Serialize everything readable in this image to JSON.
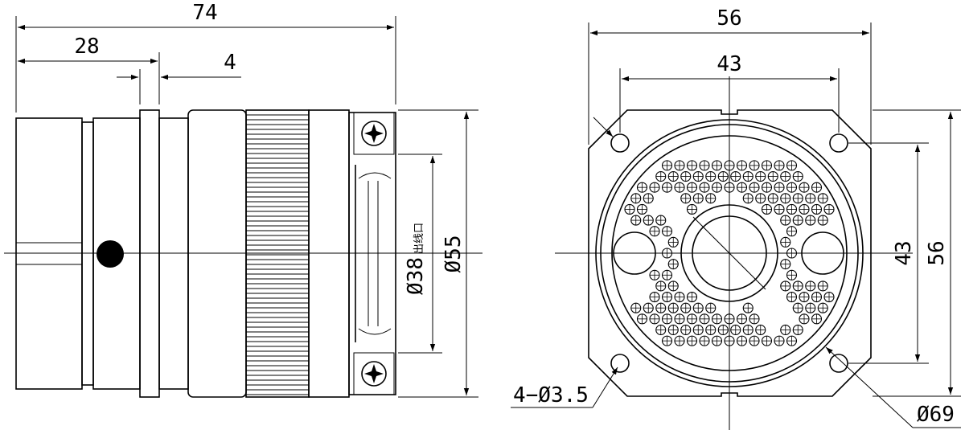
{
  "side_view": {
    "dim_total_length": "74",
    "dim_front_length": "28",
    "dim_flange": "4",
    "dim_outlet_diameter": "Ø38",
    "outlet_label": "出线口",
    "dim_body_diameter": "Ø55"
  },
  "front_view": {
    "dim_flange_width": "56",
    "dim_hole_spacing_h": "43",
    "dim_hole_spacing_v": "43",
    "dim_flange_height": "56",
    "dim_mount_holes": "4−Ø3.5",
    "dim_outer_diameter": "Ø69"
  }
}
